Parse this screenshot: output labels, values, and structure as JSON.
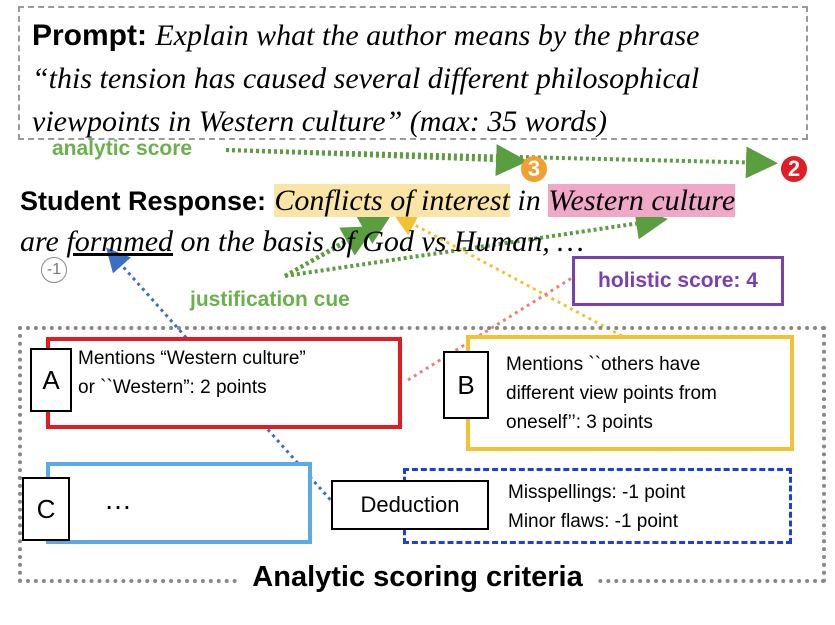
{
  "prompt": {
    "label": "Prompt",
    "colon": ":",
    "line1": "Explain what the author means by the phrase",
    "line2": "“this tension has caused several different philosophical",
    "line3": "viewpoints in Western culture” (max: 35 words)"
  },
  "labels": {
    "analytic_score": "analytic score",
    "justification_cue": "justification cue",
    "holistic_score": "holistic score: 4"
  },
  "markers": {
    "three": "3",
    "two": "2",
    "minus_one": "-1"
  },
  "response": {
    "label": "Student Response:",
    "seg1": "Conflicts of interest",
    "seg2": " in ",
    "seg3": "Western culture",
    "line2_pre": "are ",
    "line2_misspelled": "formmed",
    "line2_post": " on the basis of God vs Human, …"
  },
  "criteria": {
    "title": "Analytic scoring criteria",
    "a": {
      "letter": "A",
      "line1": "Mentions “Western culture”",
      "line2": "or ``Western”: 2 points"
    },
    "b": {
      "letter": "B",
      "line1": "Mentions ``others have",
      "line2": "different view points from",
      "line3": "oneself’’: 3 points"
    },
    "c": {
      "letter": "C",
      "ellipsis": "…"
    },
    "deduction": {
      "label": "Deduction",
      "line1": "Misspellings: -1 point",
      "line2": "Minor flaws: -1 point"
    }
  },
  "colors": {
    "criterion_a": "#e31b23",
    "criterion_b": "#f2c232",
    "criterion_c": "#5aaae8",
    "deduction": "#1c3ee6",
    "analytic_green": "#5a9e3f",
    "holistic_purple": "#7a3fb0",
    "highlight_yellow": "#fbe5a6",
    "highlight_pink": "#f0a8c8",
    "marker_orange": "#f0a030",
    "marker_red": "#e31b23"
  }
}
